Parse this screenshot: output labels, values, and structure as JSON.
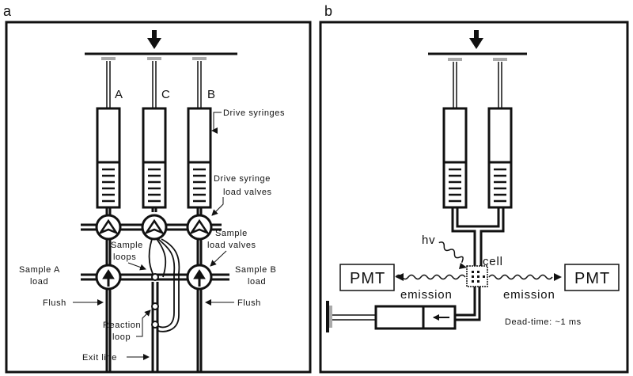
{
  "panel_a": {
    "letter": "a",
    "syringe_labels": [
      "A",
      "C",
      "B"
    ],
    "labels": {
      "drive_syringes": "Drive syringes",
      "drive_syringe_load_valves_1": "Drive syringe",
      "drive_syringe_load_valves_2": "load valves",
      "sample_loops_1": "Sample",
      "sample_loops_2": "loops",
      "sample_load_valves_1": "Sample",
      "sample_load_valves_2": "load valves",
      "sample_a_load_1": "Sample A",
      "sample_a_load_2": "load",
      "sample_b_load_1": "Sample B",
      "sample_b_load_2": "load",
      "flush_left": "Flush",
      "flush_right": "Flush",
      "reaction_loop_1": "Reaction",
      "reaction_loop_2": "loop",
      "exit_line": "Exit line"
    }
  },
  "panel_b": {
    "letter": "b",
    "labels": {
      "hv": "hv",
      "cell": "cell",
      "pmt_left": "PMT",
      "pmt_right": "PMT",
      "emission_left": "emission",
      "emission_right": "emission",
      "dead_time": "Dead-time: ~1 ms"
    }
  },
  "colors": {
    "line": "#111111",
    "plunger_cap": "#aaaaaa",
    "background": "#ffffff"
  }
}
